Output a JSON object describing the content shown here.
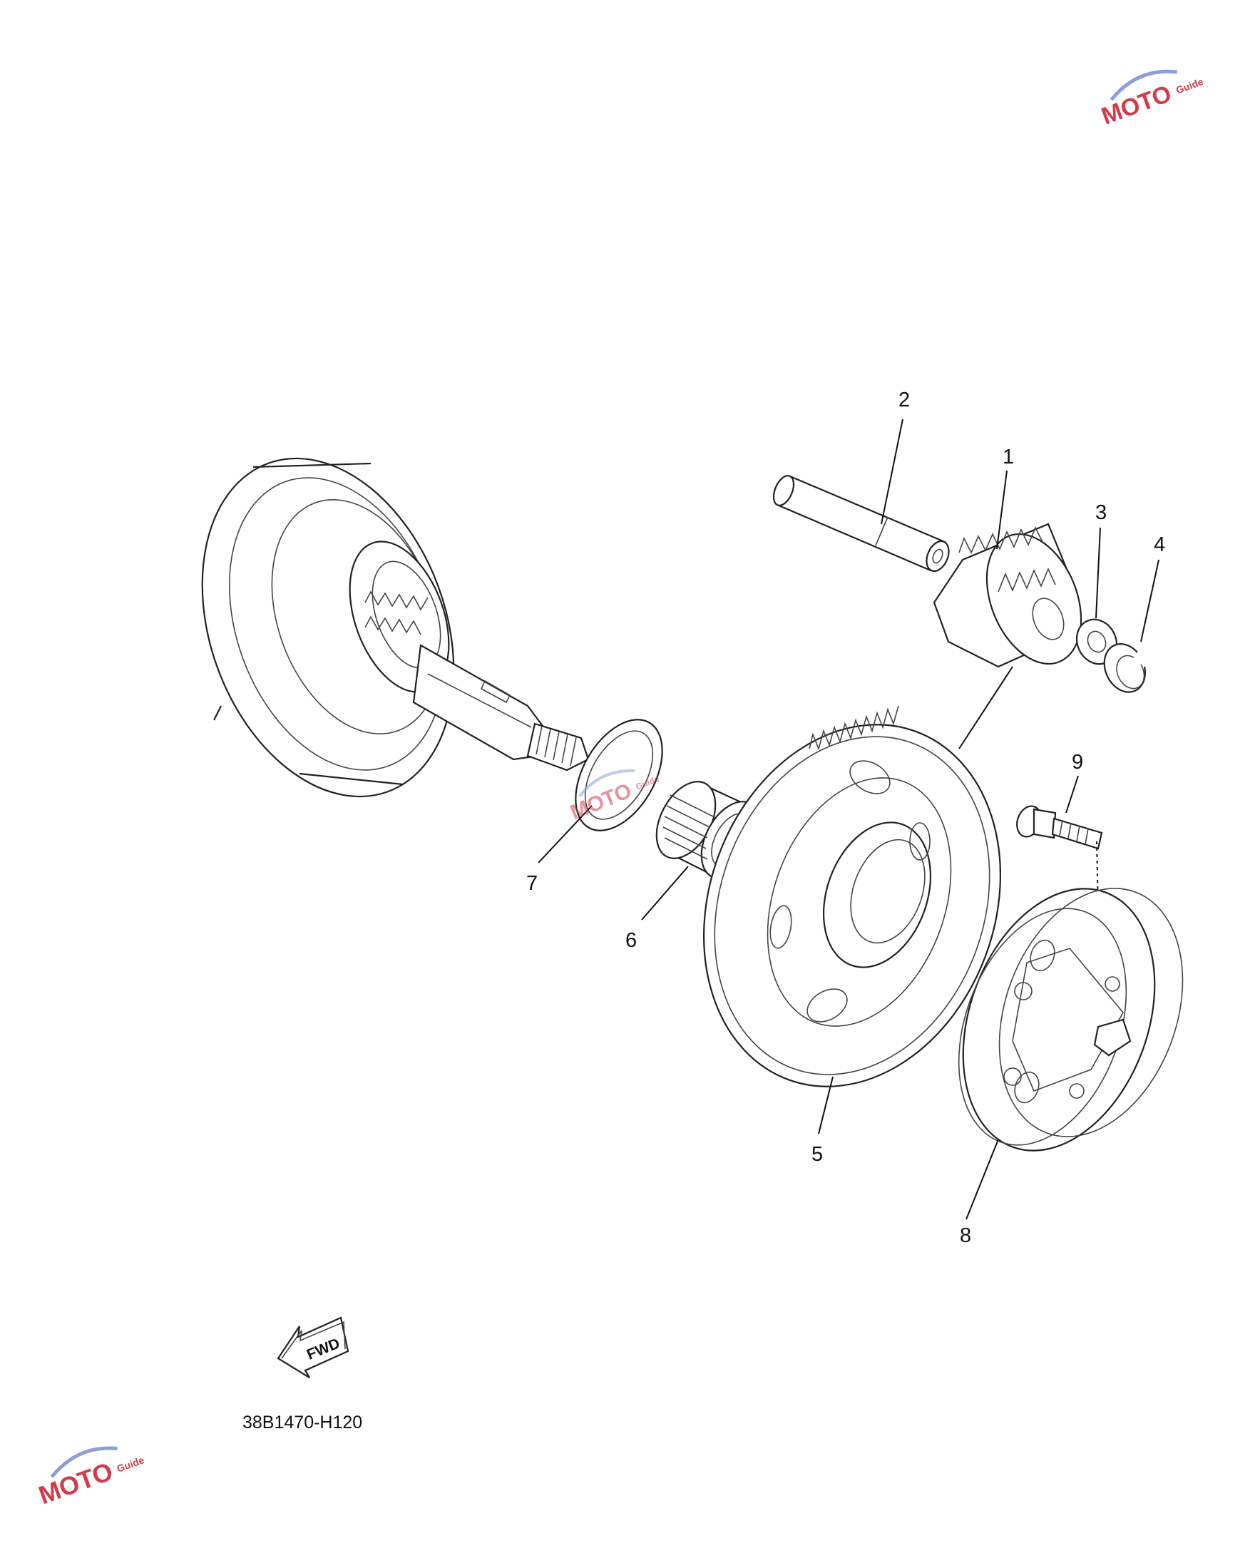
{
  "diagram": {
    "drawing_code": "38B1470-H120",
    "fwd_label": "FWD",
    "callouts": [
      {
        "id": "1",
        "text": "1"
      },
      {
        "id": "2",
        "text": "2"
      },
      {
        "id": "3",
        "text": "3"
      },
      {
        "id": "4",
        "text": "4"
      },
      {
        "id": "5",
        "text": "5"
      },
      {
        "id": "6",
        "text": "6"
      },
      {
        "id": "7",
        "text": "7"
      },
      {
        "id": "8",
        "text": "8"
      },
      {
        "id": "9",
        "text": "9"
      }
    ]
  },
  "watermark": {
    "brand": "MOTO",
    "tagline": "Guide",
    "colors": {
      "primary": "#d23b4a",
      "secondary": "#3a5aa8"
    }
  }
}
